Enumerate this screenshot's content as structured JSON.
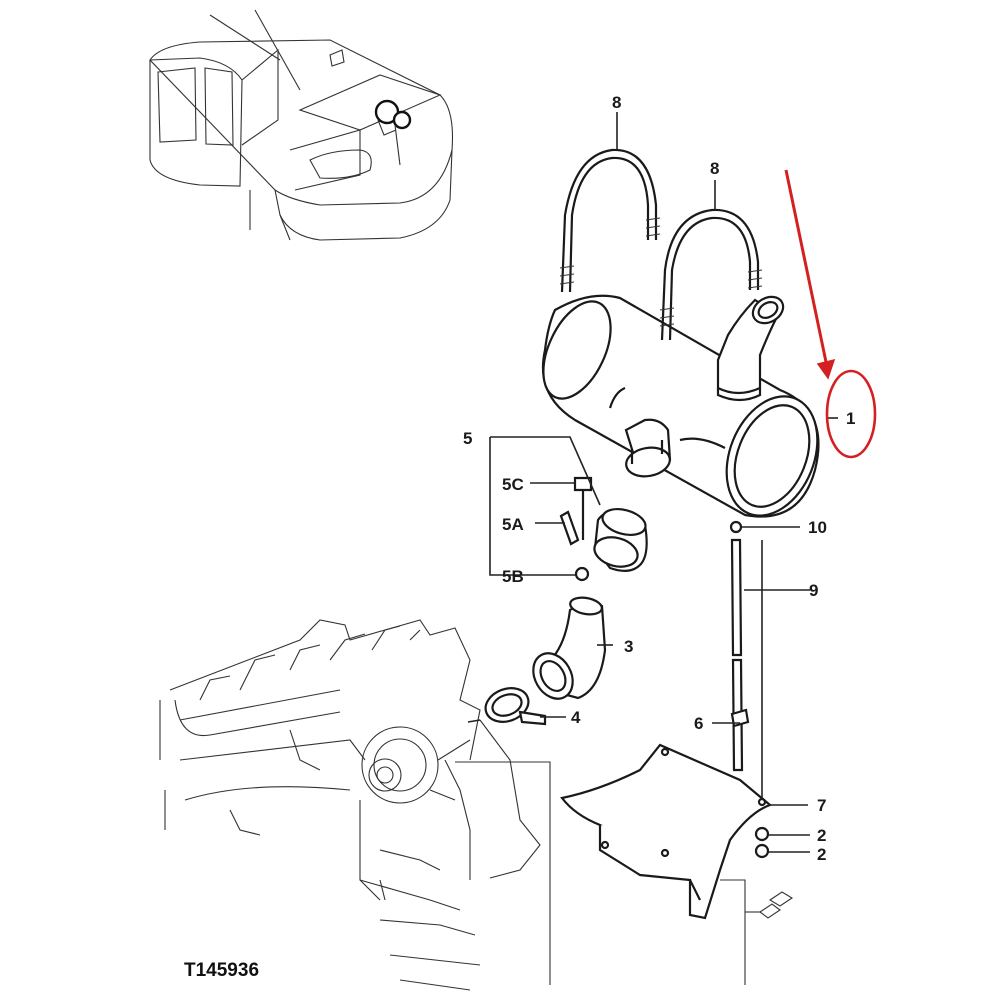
{
  "drawing": {
    "reference_code": "T145936",
    "highlight_color": "#d42020",
    "callouts": {
      "c1": "1",
      "c2a": "2",
      "c2b": "2",
      "c3": "3",
      "c4": "4",
      "c5": "5",
      "c5a": "5A",
      "c5b": "5B",
      "c5c": "5C",
      "c6": "6",
      "c7": "7",
      "c8a": "8",
      "c8b": "8",
      "c9": "9",
      "c10": "10"
    }
  }
}
